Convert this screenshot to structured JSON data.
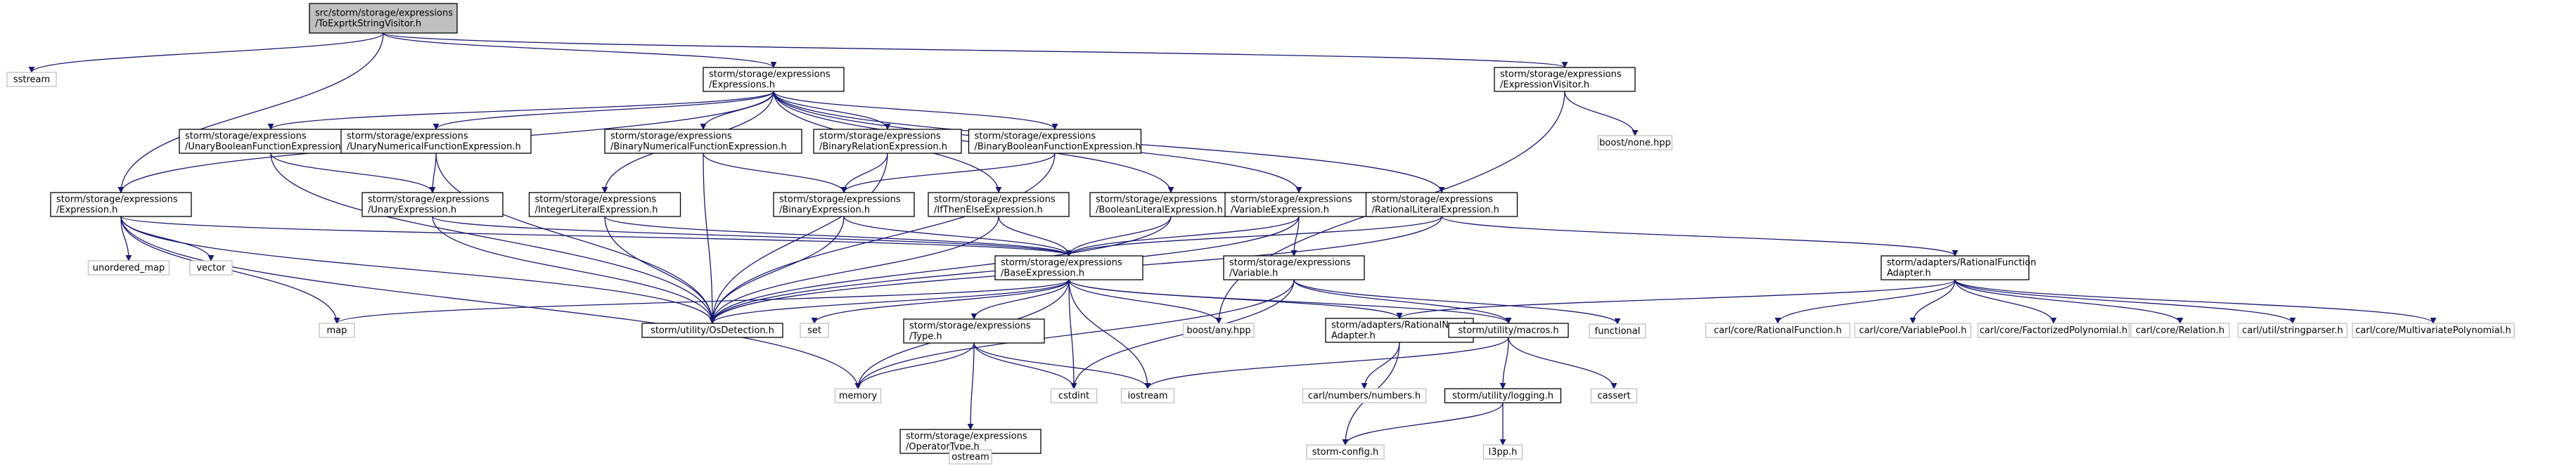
{
  "colors": {
    "edge": "#191970",
    "node_border": "#000000",
    "external_border": "#bfbfbf",
    "root_fill": "#bfbfbf",
    "node_fill": "#ffffff",
    "text": "#000000"
  },
  "nodes": [
    {
      "id": "root",
      "lines": [
        "src/storm/storage/expressions",
        "/ToExprtkStringVisitor.h"
      ],
      "kind": "root"
    },
    {
      "id": "sstream",
      "lines": [
        "sstream"
      ],
      "kind": "external"
    },
    {
      "id": "expressions",
      "lines": [
        "storm/storage/expressions",
        "/Expressions.h"
      ],
      "kind": "header"
    },
    {
      "id": "exprvisitor",
      "lines": [
        "storm/storage/expressions",
        "/ExpressionVisitor.h"
      ],
      "kind": "header"
    },
    {
      "id": "boostnone",
      "lines": [
        "boost/none.hpp"
      ],
      "kind": "external"
    },
    {
      "id": "unarybool",
      "lines": [
        "storm/storage/expressions",
        "/UnaryBooleanFunctionExpression.h"
      ],
      "kind": "header"
    },
    {
      "id": "unarynum",
      "lines": [
        "storm/storage/expressions",
        "/UnaryNumericalFunctionExpression.h"
      ],
      "kind": "header"
    },
    {
      "id": "binnum",
      "lines": [
        "storm/storage/expressions",
        "/BinaryNumericalFunctionExpression.h"
      ],
      "kind": "header"
    },
    {
      "id": "binrel",
      "lines": [
        "storm/storage/expressions",
        "/BinaryRelationExpression.h"
      ],
      "kind": "header"
    },
    {
      "id": "binbool",
      "lines": [
        "storm/storage/expressions",
        "/BinaryBooleanFunctionExpression.h"
      ],
      "kind": "header"
    },
    {
      "id": "expression",
      "lines": [
        "storm/storage/expressions",
        "/Expression.h"
      ],
      "kind": "header"
    },
    {
      "id": "unaryexpr",
      "lines": [
        "storm/storage/expressions",
        "/UnaryExpression.h"
      ],
      "kind": "header"
    },
    {
      "id": "intlit",
      "lines": [
        "storm/storage/expressions",
        "/IntegerLiteralExpression.h"
      ],
      "kind": "header"
    },
    {
      "id": "binexpr",
      "lines": [
        "storm/storage/expressions",
        "/BinaryExpression.h"
      ],
      "kind": "header"
    },
    {
      "id": "ite",
      "lines": [
        "storm/storage/expressions",
        "/IfThenElseExpression.h"
      ],
      "kind": "header"
    },
    {
      "id": "boollit",
      "lines": [
        "storm/storage/expressions",
        "/BooleanLiteralExpression.h"
      ],
      "kind": "header"
    },
    {
      "id": "varexpr",
      "lines": [
        "storm/storage/expressions",
        "/VariableExpression.h"
      ],
      "kind": "header"
    },
    {
      "id": "ratlit",
      "lines": [
        "storm/storage/expressions",
        "/RationalLiteralExpression.h"
      ],
      "kind": "header"
    },
    {
      "id": "ratfuncadapter",
      "lines": [
        "storm/adapters/RationalFunction",
        "Adapter.h"
      ],
      "kind": "header"
    },
    {
      "id": "unorderedmap",
      "lines": [
        "unordered_map"
      ],
      "kind": "external"
    },
    {
      "id": "vector",
      "lines": [
        "vector"
      ],
      "kind": "external"
    },
    {
      "id": "baseexpr",
      "lines": [
        "storm/storage/expressions",
        "/BaseExpression.h"
      ],
      "kind": "header"
    },
    {
      "id": "variable",
      "lines": [
        "storm/storage/expressions",
        "/Variable.h"
      ],
      "kind": "header"
    },
    {
      "id": "functional",
      "lines": [
        "functional"
      ],
      "kind": "external"
    },
    {
      "id": "map",
      "lines": [
        "map"
      ],
      "kind": "external"
    },
    {
      "id": "osdetection",
      "lines": [
        "storm/utility/OsDetection.h"
      ],
      "kind": "header"
    },
    {
      "id": "set",
      "lines": [
        "set"
      ],
      "kind": "external"
    },
    {
      "id": "boostany",
      "lines": [
        "boost/any.hpp"
      ],
      "kind": "external"
    },
    {
      "id": "ratnumadapter",
      "lines": [
        "storm/adapters/RationalNumber",
        "Adapter.h"
      ],
      "kind": "header"
    },
    {
      "id": "macros",
      "lines": [
        "storm/utility/macros.h"
      ],
      "kind": "header"
    },
    {
      "id": "type",
      "lines": [
        "storm/storage/expressions",
        "/Type.h"
      ],
      "kind": "header"
    },
    {
      "id": "memory",
      "lines": [
        "memory"
      ],
      "kind": "external"
    },
    {
      "id": "cstdint",
      "lines": [
        "cstdint"
      ],
      "kind": "external"
    },
    {
      "id": "iostream",
      "lines": [
        "iostream"
      ],
      "kind": "external"
    },
    {
      "id": "optype",
      "lines": [
        "storm/storage/expressions",
        "/OperatorType.h"
      ],
      "kind": "header"
    },
    {
      "id": "ostream",
      "lines": [
        "ostream"
      ],
      "kind": "external"
    },
    {
      "id": "carlnumbers",
      "lines": [
        "carl/numbers/numbers.h"
      ],
      "kind": "external"
    },
    {
      "id": "stormconfig",
      "lines": [
        "storm-config.h"
      ],
      "kind": "external"
    },
    {
      "id": "logging",
      "lines": [
        "storm/utility/logging.h"
      ],
      "kind": "header"
    },
    {
      "id": "l3pp",
      "lines": [
        "l3pp.h"
      ],
      "kind": "external"
    },
    {
      "id": "cassert",
      "lines": [
        "cassert"
      ],
      "kind": "external"
    },
    {
      "id": "carlratfunc",
      "lines": [
        "carl/core/RationalFunction.h"
      ],
      "kind": "external"
    },
    {
      "id": "carlvarpool",
      "lines": [
        "carl/core/VariablePool.h"
      ],
      "kind": "external"
    },
    {
      "id": "carlfactpoly",
      "lines": [
        "carl/core/FactorizedPolynomial.h"
      ],
      "kind": "external"
    },
    {
      "id": "carlrelation",
      "lines": [
        "carl/core/Relation.h"
      ],
      "kind": "external"
    },
    {
      "id": "carlstrparser",
      "lines": [
        "carl/util/stringparser.h"
      ],
      "kind": "external"
    },
    {
      "id": "carlmultipoly",
      "lines": [
        "carl/core/MultivariatePolynomial.h"
      ],
      "kind": "external"
    }
  ],
  "edges": [
    [
      "root",
      "sstream"
    ],
    [
      "root",
      "expressions"
    ],
    [
      "root",
      "exprvisitor"
    ],
    [
      "root",
      "expression"
    ],
    [
      "exprvisitor",
      "boostnone"
    ],
    [
      "exprvisitor",
      "boostany"
    ],
    [
      "expressions",
      "unarybool"
    ],
    [
      "expressions",
      "unarynum"
    ],
    [
      "expressions",
      "binnum"
    ],
    [
      "expressions",
      "binrel"
    ],
    [
      "expressions",
      "binbool"
    ],
    [
      "expressions",
      "expression"
    ],
    [
      "expressions",
      "intlit"
    ],
    [
      "expressions",
      "ite"
    ],
    [
      "expressions",
      "boollit"
    ],
    [
      "expressions",
      "varexpr"
    ],
    [
      "expressions",
      "ratlit"
    ],
    [
      "unarybool",
      "unaryexpr"
    ],
    [
      "unarybool",
      "osdetection"
    ],
    [
      "unarynum",
      "unaryexpr"
    ],
    [
      "unarynum",
      "osdetection"
    ],
    [
      "binnum",
      "binexpr"
    ],
    [
      "binnum",
      "osdetection"
    ],
    [
      "binrel",
      "binexpr"
    ],
    [
      "binrel",
      "osdetection"
    ],
    [
      "binbool",
      "binexpr"
    ],
    [
      "binbool",
      "osdetection"
    ],
    [
      "expression",
      "unorderedmap"
    ],
    [
      "expression",
      "vector"
    ],
    [
      "expression",
      "baseexpr"
    ],
    [
      "expression",
      "osdetection"
    ],
    [
      "expression",
      "map"
    ],
    [
      "expression",
      "memory"
    ],
    [
      "unaryexpr",
      "baseexpr"
    ],
    [
      "unaryexpr",
      "osdetection"
    ],
    [
      "intlit",
      "baseexpr"
    ],
    [
      "intlit",
      "osdetection"
    ],
    [
      "binexpr",
      "baseexpr"
    ],
    [
      "binexpr",
      "osdetection"
    ],
    [
      "ite",
      "baseexpr"
    ],
    [
      "ite",
      "osdetection"
    ],
    [
      "boollit",
      "baseexpr"
    ],
    [
      "boollit",
      "osdetection"
    ],
    [
      "varexpr",
      "baseexpr"
    ],
    [
      "varexpr",
      "variable"
    ],
    [
      "varexpr",
      "osdetection"
    ],
    [
      "ratlit",
      "baseexpr"
    ],
    [
      "ratlit",
      "ratfuncadapter"
    ],
    [
      "ratlit",
      "osdetection"
    ],
    [
      "baseexpr",
      "osdetection"
    ],
    [
      "baseexpr",
      "map"
    ],
    [
      "baseexpr",
      "set"
    ],
    [
      "baseexpr",
      "boostany"
    ],
    [
      "baseexpr",
      "type"
    ],
    [
      "baseexpr",
      "memory"
    ],
    [
      "baseexpr",
      "cstdint"
    ],
    [
      "baseexpr",
      "iostream"
    ],
    [
      "baseexpr",
      "macros"
    ],
    [
      "baseexpr",
      "ratnumadapter"
    ],
    [
      "variable",
      "functional"
    ],
    [
      "variable",
      "cstdint"
    ],
    [
      "variable",
      "memory"
    ],
    [
      "variable",
      "macros"
    ],
    [
      "type",
      "memory"
    ],
    [
      "type",
      "cstdint"
    ],
    [
      "type",
      "iostream"
    ],
    [
      "type",
      "optype"
    ],
    [
      "optype",
      "ostream"
    ],
    [
      "ratnumadapter",
      "carlnumbers"
    ],
    [
      "ratnumadapter",
      "stormconfig"
    ],
    [
      "macros",
      "iostream"
    ],
    [
      "macros",
      "logging"
    ],
    [
      "macros",
      "cassert"
    ],
    [
      "logging",
      "stormconfig"
    ],
    [
      "logging",
      "l3pp"
    ],
    [
      "ratfuncadapter",
      "ratnumadapter"
    ],
    [
      "ratfuncadapter",
      "carlratfunc"
    ],
    [
      "ratfuncadapter",
      "carlvarpool"
    ],
    [
      "ratfuncadapter",
      "carlfactpoly"
    ],
    [
      "ratfuncadapter",
      "carlrelation"
    ],
    [
      "ratfuncadapter",
      "carlstrparser"
    ],
    [
      "ratfuncadapter",
      "carlmultipoly"
    ]
  ]
}
